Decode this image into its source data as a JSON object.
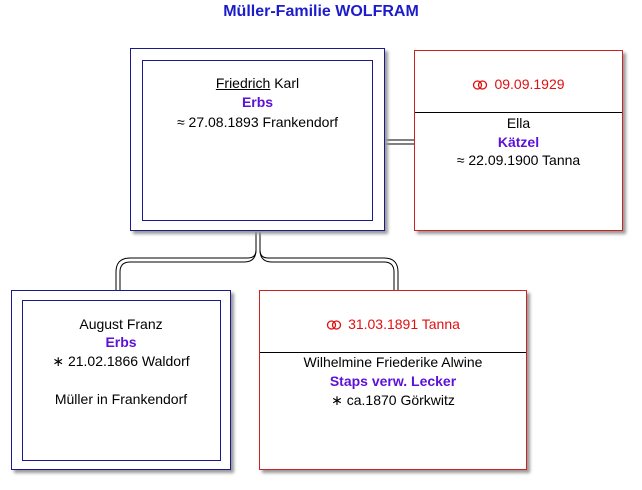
{
  "title": "Müller-Familie WOLFRAM",
  "colors": {
    "title": "#1c1ccc",
    "male_border": "#1a1a8c",
    "female_border": "#cc2222",
    "surname": "#5c10d8",
    "marriage": "#e01010"
  },
  "symbols": {
    "approx": "≈",
    "star": "∗",
    "rings_icon": "wedding-rings-icon"
  },
  "father": {
    "given_underlined": "Friedrich",
    "given_rest": " Karl",
    "surname": "Erbs",
    "birth": "≈ 27.08.1893 Frankendorf"
  },
  "father_wife": {
    "marriage": "09.09.1929",
    "given": "Ella",
    "surname": "Kätzel",
    "birth": "≈ 22.09.1900 Tanna"
  },
  "grandfather": {
    "given": "August Franz",
    "surname": "Erbs",
    "birth": "∗ 21.02.1866 Waldorf",
    "note": "Müller in Frankendorf"
  },
  "grandfather_wife": {
    "marriage": "31.03.1891 Tanna",
    "given": "Wilhelmine Friederike Alwine",
    "surname": "Staps verw. Lecker",
    "birth": "∗ ca.1870 Görkwitz"
  }
}
